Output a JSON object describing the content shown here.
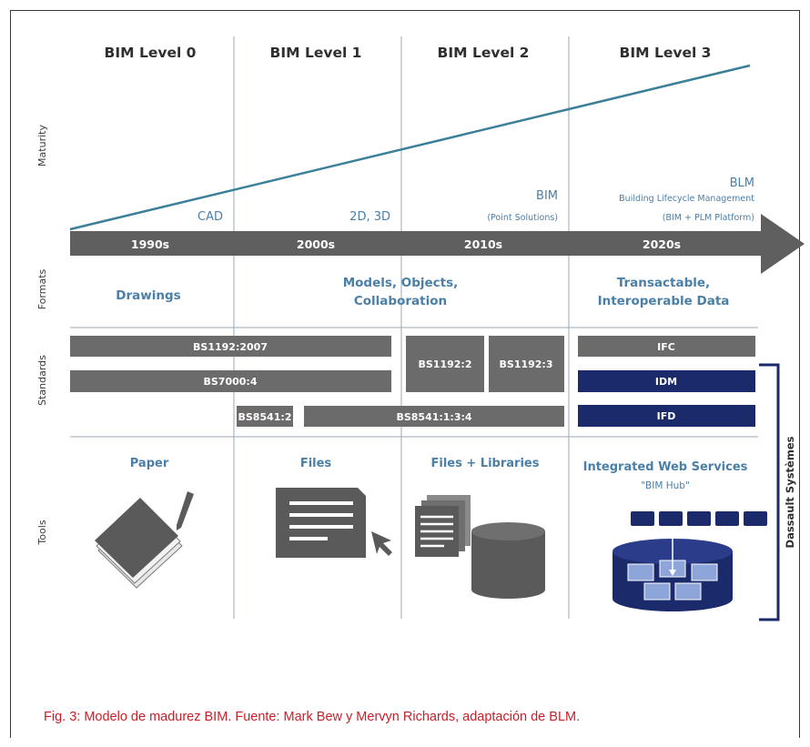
{
  "levels": [
    "BIM Level 0",
    "BIM Level 1",
    "BIM Level 2",
    "BIM Level 3"
  ],
  "row_labels": {
    "maturity": "Maturity",
    "formats": "Formats",
    "standards": "Standards",
    "tools": "Tools"
  },
  "maturity": {
    "cad": "CAD",
    "d2d3": "2D, 3D",
    "bim": "BIM",
    "bim_sub": "(Point Solutions)",
    "blm": "BLM",
    "blm_sub1": "Building Lifecycle Management",
    "blm_sub2": "(BIM + PLM Platform)"
  },
  "timeline": [
    "1990s",
    "2000s",
    "2010s",
    "2020s"
  ],
  "formats": {
    "level0": "Drawings",
    "level12_line1": "Models, Objects,",
    "level12_line2": "Collaboration",
    "level3_line1": "Transactable,",
    "level3_line2": "Interoperable Data"
  },
  "standards": {
    "bs1192_2007": "BS1192:2007",
    "bs7000_4": "BS7000:4",
    "bs1192_2": "BS1192:2",
    "bs1192_3": "BS1192:3",
    "bs8541_2": "BS8541:2",
    "bs8541_134": "BS8541:1:3:4",
    "ifc": "IFC",
    "idm": "IDM",
    "ifd": "IFD"
  },
  "tools": {
    "paper": "Paper",
    "files": "Files",
    "files_libraries": "Files + Libraries",
    "iws": "Integrated Web Services",
    "bim_hub": "\"BIM Hub\""
  },
  "bracket_label": "Dassault Systèmes",
  "caption": "Fig. 3: Modelo de madurez BIM.  Fuente: Mark Bew y Mervyn Richards, adaptación de BLM.",
  "colors": {
    "text_blue": "#4a7fa8",
    "gray_box": "#6b6b6b",
    "navy_box": "#1b2a6b",
    "arrow_gray": "#5f5f5f",
    "line_teal": "#3b7f99",
    "caption_red": "#c8202a"
  }
}
